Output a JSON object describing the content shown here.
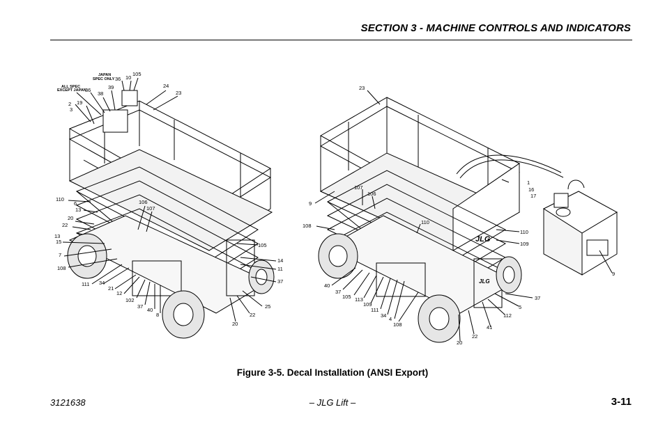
{
  "header": {
    "section_title": "SECTION 3 - MACHINE CONTROLS AND INDICATORS"
  },
  "figure": {
    "caption": "Figure 3-5. Decal Installation (ANSI Export)",
    "left_labels": {
      "l105": "105",
      "l10": "10",
      "l36a": "36",
      "japan": "JAPAN",
      "spec_only": "SPEC ONLY",
      "l39": "39",
      "all_spec": "ALL SPEC",
      "except_japan": "EXCEPT JAPAN",
      "l36b": "36",
      "l38": "38",
      "l2": "2",
      "l3": "3",
      "l19": "19",
      "l24": "24",
      "l23": "23",
      "l110": "110",
      "l6": "6",
      "l13a": "13",
      "l106": "106",
      "l107": "107",
      "l20": "20",
      "l22": "22",
      "l13b": "13",
      "l15": "15",
      "l7": "7",
      "l108": "108",
      "l111": "111",
      "l34": "34",
      "l21": "21",
      "l12": "12",
      "l102": "102",
      "l37": "37",
      "l40": "40",
      "l8": "8",
      "l105b": "105",
      "l14": "14",
      "l11": "11",
      "l37b": "37",
      "l25": "25",
      "l22b": "22",
      "l20b": "20"
    },
    "right_labels": {
      "l23": "23",
      "l107": "107",
      "l106": "106",
      "l9": "9",
      "l108": "108",
      "l1": "1",
      "l16": "16",
      "l17": "17",
      "l110": "110",
      "l110b": "110",
      "l109": "109",
      "l9b": "9",
      "l40": "40",
      "l37": "37",
      "l105": "105",
      "l113": "113",
      "l109b": "109",
      "l111": "111",
      "l34": "34",
      "l4": "4",
      "l108b": "108",
      "l37b": "37",
      "l5": "5",
      "l112": "112",
      "l41": "41",
      "l22": "22",
      "l20": "20"
    },
    "logo_text": "JLG"
  },
  "footer": {
    "doc_number": "3121638",
    "center": "– JLG Lift –",
    "page": "3-11"
  }
}
